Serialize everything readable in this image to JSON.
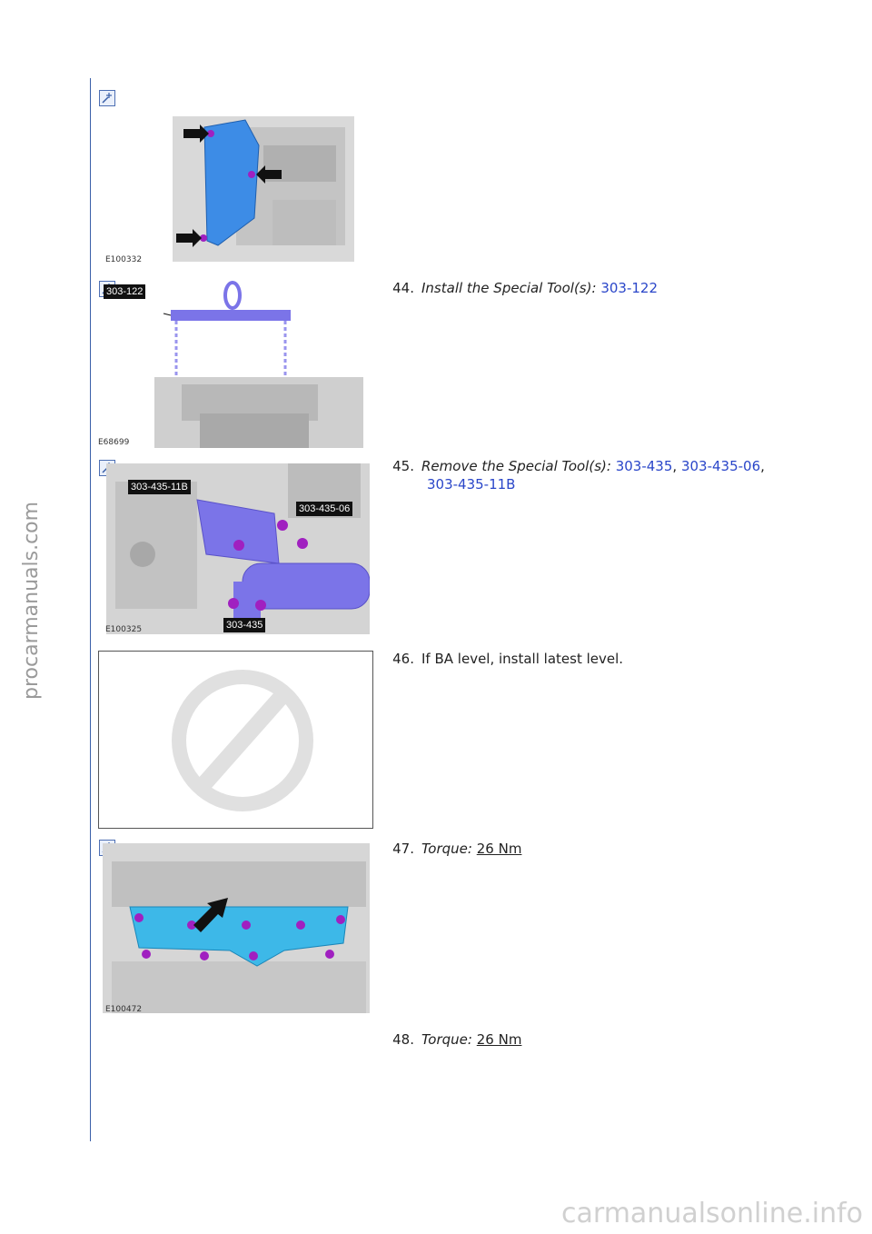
{
  "watermarks": {
    "side": "procarmanuals.com",
    "bottom": "carmanualsonline.info"
  },
  "figures": [
    {
      "id": "E100332",
      "callouts": []
    },
    {
      "id": "E68699",
      "callouts": [
        "303-122"
      ]
    },
    {
      "id": "E100325",
      "callouts": [
        "303-435-11B",
        "303-435-06",
        "303-435"
      ]
    },
    {
      "id": "",
      "callouts": []
    },
    {
      "id": "E100472",
      "callouts": []
    }
  ],
  "steps": [
    {
      "num": "44.",
      "label": "Install the Special Tool(s):",
      "links": [
        "303-122"
      ]
    },
    {
      "num": "45.",
      "label": "Remove the Special Tool(s):",
      "links": [
        "303-435",
        "303-435-06",
        "303-435-11B"
      ],
      "sep1": ",",
      "sep2": ","
    },
    {
      "num": "46.",
      "text": "If BA level, install latest level."
    },
    {
      "num": "47.",
      "label": "Torque:",
      "value": "26 Nm"
    },
    {
      "num": "48.",
      "label": "Torque:",
      "value": "26 Nm"
    }
  ],
  "colors": {
    "link": "#2a46c9",
    "rule": "#3a5fa8",
    "part": "#3d8ce6",
    "bolt": "#a020c0",
    "tool": "#7b74e8"
  }
}
